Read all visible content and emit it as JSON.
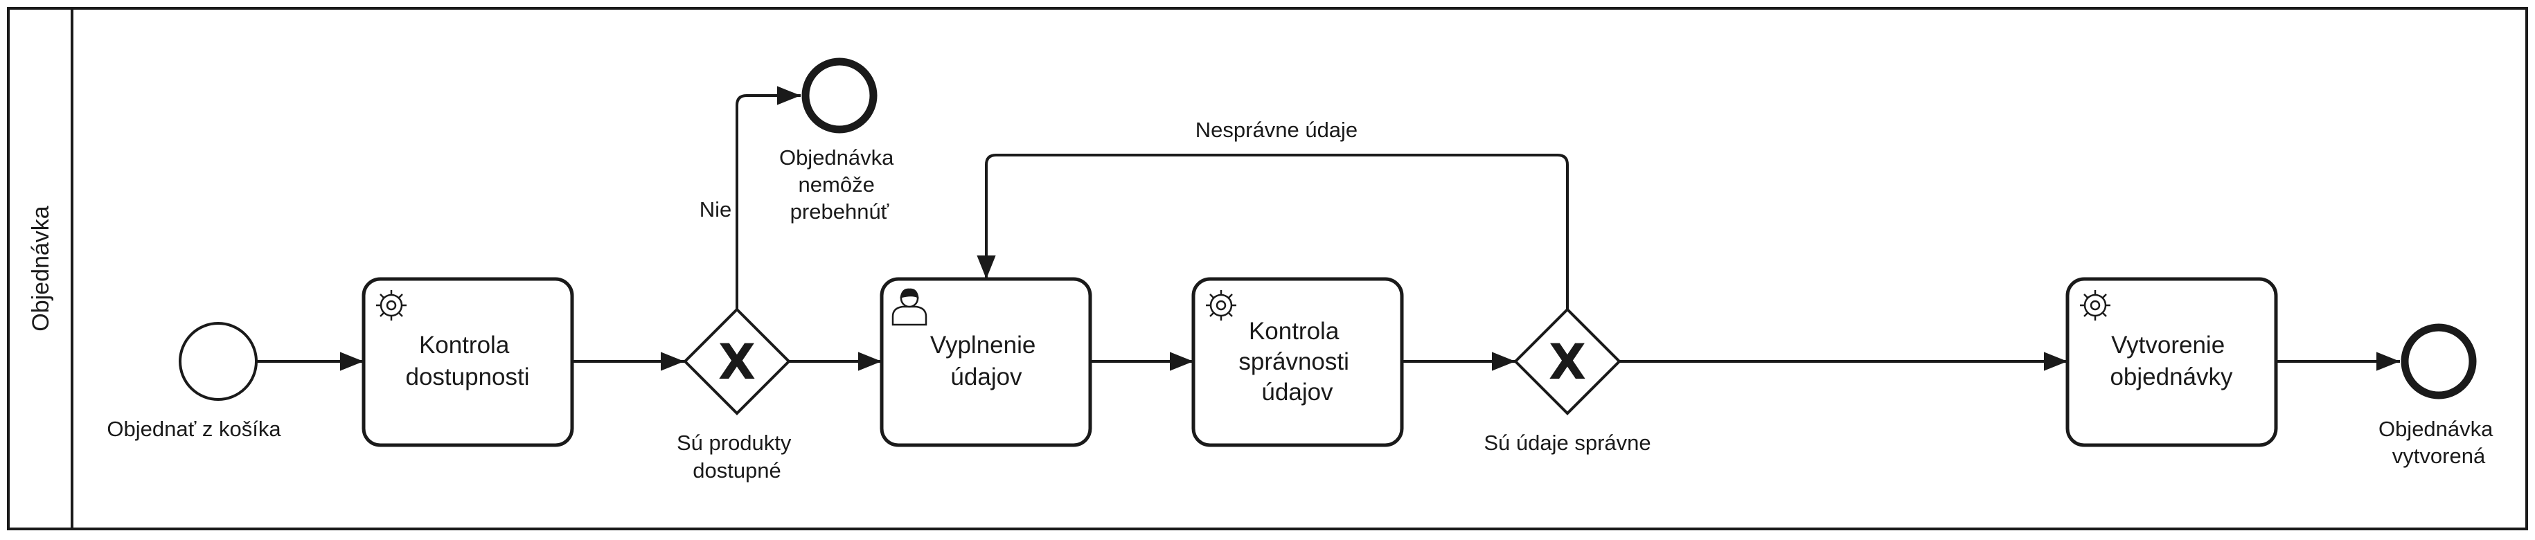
{
  "pool": {
    "label": "Objednávka"
  },
  "events": {
    "start": [
      "Objednať z košíka"
    ],
    "end_unavailable": [
      "Objednávka",
      "nemôže",
      "prebehnúť"
    ],
    "end_created": [
      "Objednávka",
      "vytvorená"
    ]
  },
  "tasks": {
    "check_availability": {
      "type": "service",
      "icon": "gear-icon",
      "lines": [
        "Kontrola",
        "dostupnosti"
      ]
    },
    "fill_details": {
      "type": "user",
      "icon": "user-icon",
      "lines": [
        "Vyplnenie",
        "údajov"
      ]
    },
    "check_details": {
      "type": "service",
      "icon": "gear-icon",
      "lines": [
        "Kontrola",
        "správnosti",
        "údajov"
      ]
    },
    "create_order": {
      "type": "service",
      "icon": "gear-icon",
      "lines": [
        "Vytvorenie",
        "objednávky"
      ]
    }
  },
  "gateways": {
    "products_available": {
      "symbol": "X",
      "lines": [
        "Sú produkty",
        "dostupné"
      ]
    },
    "details_correct": {
      "symbol": "X",
      "lines": [
        "Sú údaje správne"
      ]
    }
  },
  "flows": {
    "no_label": "Nie",
    "incorrect_label": "Nesprávne údaje"
  }
}
